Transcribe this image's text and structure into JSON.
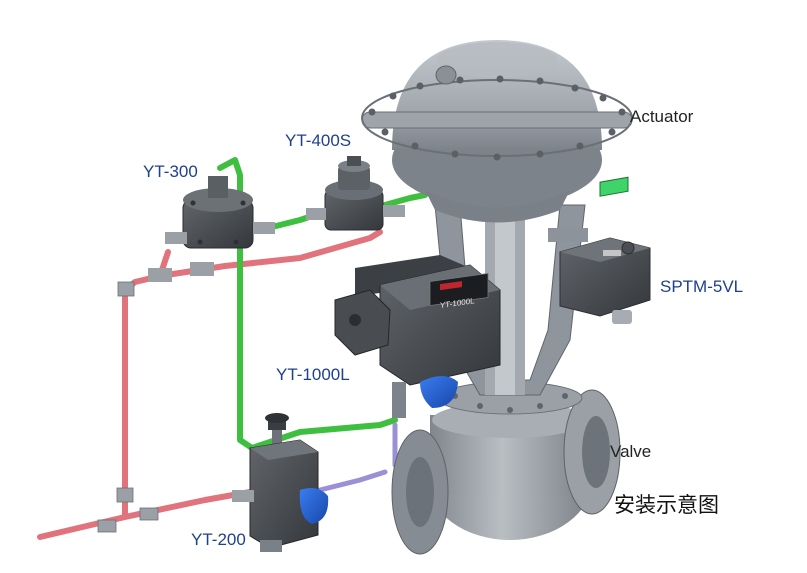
{
  "labels": {
    "actuator": "Actuator",
    "yt400s": "YT-400S",
    "yt300": "YT-300",
    "sptm": "SPTM-5VL",
    "yt1000l": "YT-1000L",
    "valve": "Valve",
    "yt200": "YT-200"
  },
  "caption": "安装示意图",
  "plate_text": "YT-1000L",
  "colors": {
    "supply_tube": "#e0737c",
    "signal_tube": "#3fbf3f",
    "output_tube": "#9b8fd6",
    "body_gray": "#9ea4aa",
    "dark_gray": "#4a4e53",
    "accent_blue": "#1f5fd6",
    "display_green": "#3fd46a",
    "label_blue": "#1f3f8f"
  }
}
